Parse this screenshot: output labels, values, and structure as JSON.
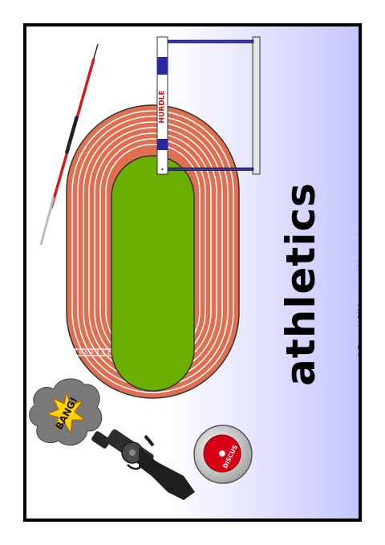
{
  "title": "athletics",
  "copyright": "© Copyright 2014, www.sparklebox.co.uk",
  "labels": {
    "hurdle": "HURDLE",
    "bang": "BANG!",
    "discus": "DISCUS",
    "lane_numbers": [
      "8",
      "7",
      "6",
      "5",
      "4",
      "3",
      "2",
      "1"
    ]
  },
  "icons": [
    "javelin-icon",
    "hurdle-icon",
    "running-track-icon",
    "starting-pistol-icon",
    "bang-burst-icon",
    "discus-icon"
  ],
  "colors": {
    "frame": "#000000",
    "background_gradient_end": "#c6c6ff",
    "track": "#e06f52",
    "infield": "#6aae00",
    "hurdle_bar": "#3333aa",
    "discus": "#d90016",
    "javelin": "#cc1f1f"
  }
}
